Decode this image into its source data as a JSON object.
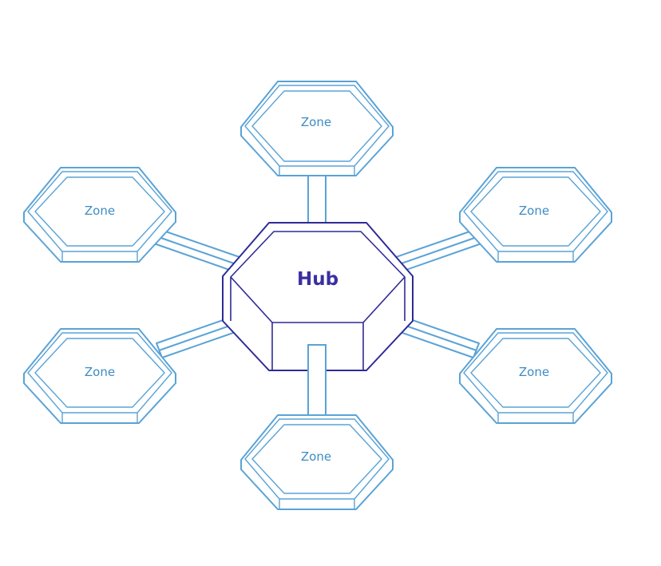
{
  "hub": {
    "label": "Hub"
  },
  "zones": [
    {
      "label": "Zone"
    },
    {
      "label": "Zone"
    },
    {
      "label": "Zone"
    },
    {
      "label": "Zone"
    },
    {
      "label": "Zone"
    },
    {
      "label": "Zone"
    }
  ],
  "colors": {
    "zone_stroke": "#5aa3d6",
    "zone_text": "#3d8cc4",
    "hub_stroke": "#2e2a96",
    "hub_text": "#3a2fa0",
    "background": "#ffffff"
  }
}
